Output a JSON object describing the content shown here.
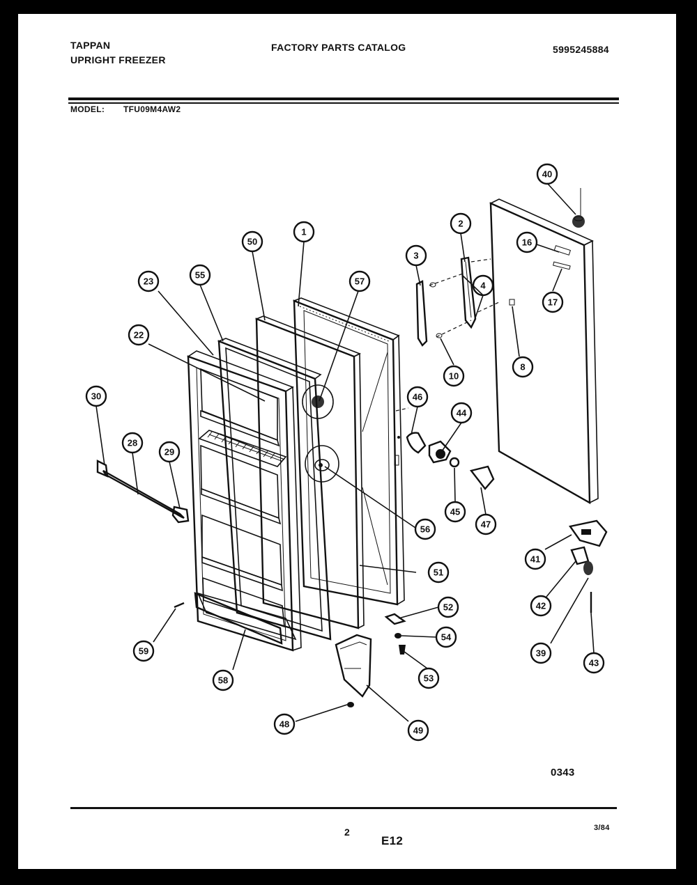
{
  "header": {
    "brand": "TAPPAN",
    "product": "UPRIGHT FREEZER",
    "catalog_title": "FACTORY PARTS CATALOG",
    "catalog_number": "5995245884",
    "model_label": "MODEL:",
    "model_number": "TFU09M4AW2"
  },
  "footer": {
    "page_number": "2",
    "section_code": "E12",
    "date": "3/84",
    "drawing_number": "0343"
  },
  "callouts": [
    "40",
    "16",
    "17",
    "2",
    "3",
    "4",
    "8",
    "10",
    "1",
    "50",
    "57",
    "55",
    "23",
    "22",
    "30",
    "28",
    "29",
    "46",
    "44",
    "45",
    "47",
    "56",
    "51",
    "41",
    "42",
    "39",
    "43",
    "52",
    "54",
    "53",
    "59",
    "58",
    "48",
    "49"
  ]
}
